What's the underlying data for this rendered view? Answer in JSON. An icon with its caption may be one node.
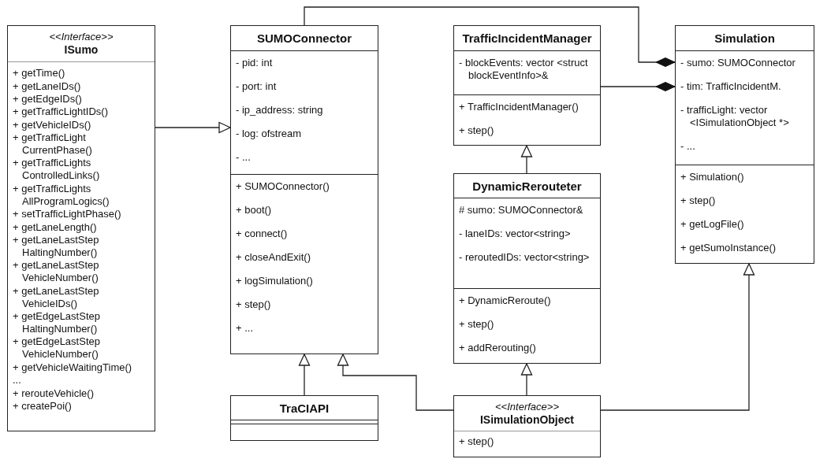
{
  "diagram": {
    "nodes": [
      {
        "text": [
          "<<Interface>>",
          "ISumo",
          "+ getTime()",
          "+ getLaneIDs()",
          "+ getEdgeIDs()",
          "+ getTrafficLightIDs()",
          "+ getVehicleIDs()",
          "+ getTrafficLight CurrentPhase()",
          "+ getTrafficLights ControlledLinks()",
          "+ getTrafficLights AllProgramLogics()",
          "+ setTrafficLightPhase()",
          "+ getLaneLength()",
          "+ getLaneLastStep HaltingNumber()",
          "+ getLaneLastStep VehicleNumber()",
          "+ getLaneLastStep VehicleIDs()",
          "+ getEdgeLastStep HaltingNumber()",
          "+ getEdgeLastStep VehicleNumber()",
          "+ getVehicleWaitingTime()",
          "...",
          "+ rerouteVehicle()",
          "+ createPoi()"
        ]
      },
      {
        "text": [
          "SUMOConnector",
          "- pid: int",
          "- port: int",
          "- ip_address: string",
          "- log: ofstream",
          "- ...",
          "+ SUMOConnector()",
          "+ boot()",
          "+ connect()",
          "+ closeAndExit()",
          "+ logSimulation()",
          "+ step()",
          "+ ..."
        ]
      },
      {
        "text": [
          "TraCIAPI"
        ]
      },
      {
        "text": [
          "TrafficIncidentManager",
          "- blockEvents: vector <struct blockEventInfo>&",
          "+ TrafficIncidentManager()",
          "+ step()"
        ]
      },
      {
        "text": [
          "DynamicRerouteter",
          "# sumo: SUMOConnector&",
          "- laneIDs: vector<string>",
          "- reroutedIDs: vector<string>",
          "+ DynamicReroute()",
          "+ step()",
          "+ addRerouting()"
        ]
      },
      {
        "text": [
          "<<Interface>>",
          "ISimulationObject",
          "+ step()"
        ]
      },
      {
        "text": [
          "Simulation",
          "- sumo: SUMOConnector",
          "- tim: TrafficIncidentM.",
          "- trafficLight: vector <ISimulationObject *>",
          "- ...",
          "+ Simulation()",
          "+ step()",
          "+ getLogFile()",
          "+ getSumoInstance()"
        ]
      }
    ],
    "edges": [
      {
        "from": 0,
        "to": 1,
        "arrow": "to"
      },
      {
        "from": 1,
        "to": 6,
        "arrow": "other"
      },
      {
        "from": 3,
        "to": 6,
        "arrow": "other"
      },
      {
        "from": 4,
        "to": 3,
        "arrow": "to"
      },
      {
        "from": 5,
        "to": 4,
        "arrow": "to"
      },
      {
        "from": 2,
        "to": 1,
        "arrow": "to"
      },
      {
        "from": 5,
        "to": 1,
        "arrow": "to"
      },
      {
        "from": 5,
        "to": 6,
        "arrow": "to"
      }
    ]
  }
}
